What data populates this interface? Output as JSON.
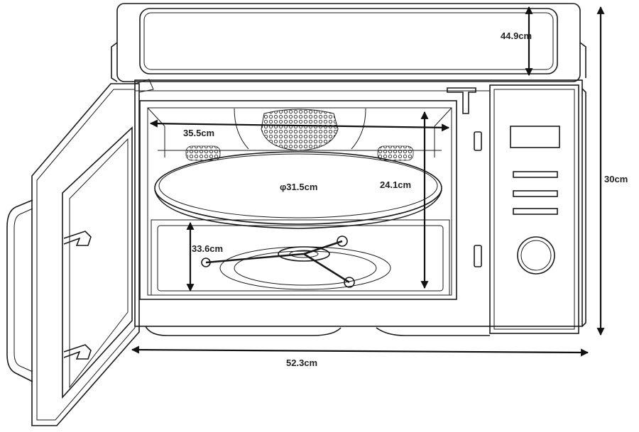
{
  "dimensions": {
    "top_depth": "44.9cm",
    "height": "30cm",
    "cavity_width": "35.5cm",
    "turntable_diameter": "φ31.5cm",
    "cavity_height": "24.1cm",
    "cavity_depth": "33.6cm",
    "overall_width": "52.3cm"
  }
}
